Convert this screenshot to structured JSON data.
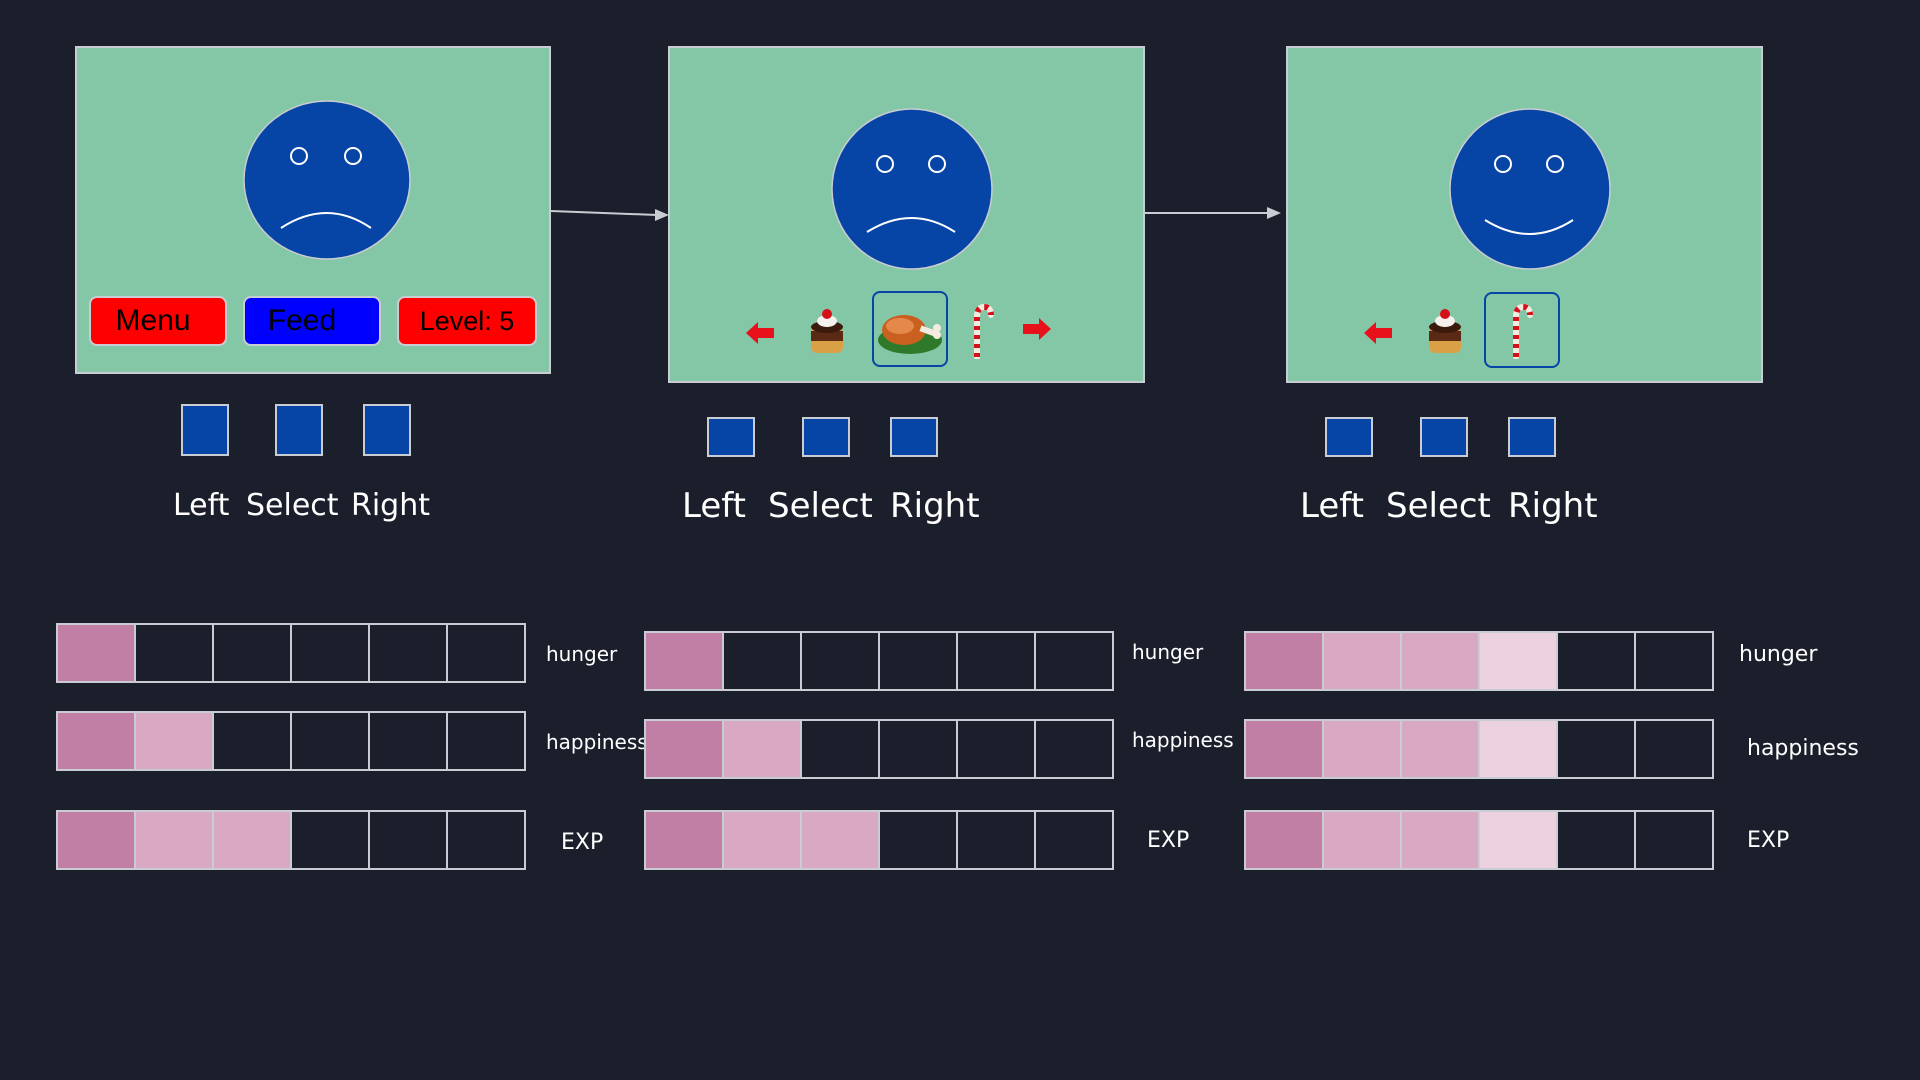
{
  "colors": {
    "background": "#1b1f2b",
    "screen": "#84c7a6",
    "face": "#0645a5",
    "menu_button": "#ff0000",
    "feed_button": "#0000ff",
    "level_button": "#ff0000",
    "cell_level_3": "#c17fa5",
    "cell_level_2": "#d9a8c3",
    "cell_level_1": "#ecd2df",
    "cell_empty": "transparent"
  },
  "panels": [
    {
      "face_mood": "sad",
      "buttons": {
        "menu": "Menu",
        "feed": "Feed",
        "level": "Level: 5"
      },
      "controls": {
        "left": "Left",
        "select": "Select",
        "right": "Right"
      },
      "stats": {
        "hunger": {
          "label": "hunger",
          "cells": [
            3,
            0,
            0,
            0,
            0,
            0
          ]
        },
        "happiness": {
          "label": "happiness",
          "cells": [
            3,
            2,
            0,
            0,
            0,
            0
          ]
        },
        "exp": {
          "label": "EXP",
          "cells": [
            3,
            2,
            2,
            0,
            0,
            0
          ]
        }
      }
    },
    {
      "face_mood": "sad",
      "food_items": [
        "left-arrow-icon",
        "cake-icon",
        "chicken-leg-icon",
        "candy-cane-icon",
        "right-arrow-icon"
      ],
      "selected_food": "chicken-leg-icon",
      "controls": {
        "left": "Left",
        "select": "Select",
        "right": "Right"
      },
      "stats": {
        "hunger": {
          "label": "hunger",
          "cells": [
            3,
            0,
            0,
            0,
            0,
            0
          ]
        },
        "happiness": {
          "label": "happiness",
          "cells": [
            3,
            2,
            0,
            0,
            0,
            0
          ]
        },
        "exp": {
          "label": "EXP",
          "cells": [
            3,
            2,
            2,
            0,
            0,
            0
          ]
        }
      }
    },
    {
      "face_mood": "happy",
      "food_items": [
        "left-arrow-icon",
        "cake-icon",
        "candy-cane-icon"
      ],
      "selected_food": "candy-cane-icon",
      "controls": {
        "left": "Left",
        "select": "Select",
        "right": "Right"
      },
      "stats": {
        "hunger": {
          "label": "hunger",
          "cells": [
            3,
            2,
            2,
            1,
            0,
            0
          ]
        },
        "happiness": {
          "label": "happiness",
          "cells": [
            3,
            2,
            2,
            1,
            0,
            0
          ]
        },
        "exp": {
          "label": "EXP",
          "cells": [
            3,
            2,
            2,
            1,
            0,
            0
          ]
        }
      }
    }
  ]
}
